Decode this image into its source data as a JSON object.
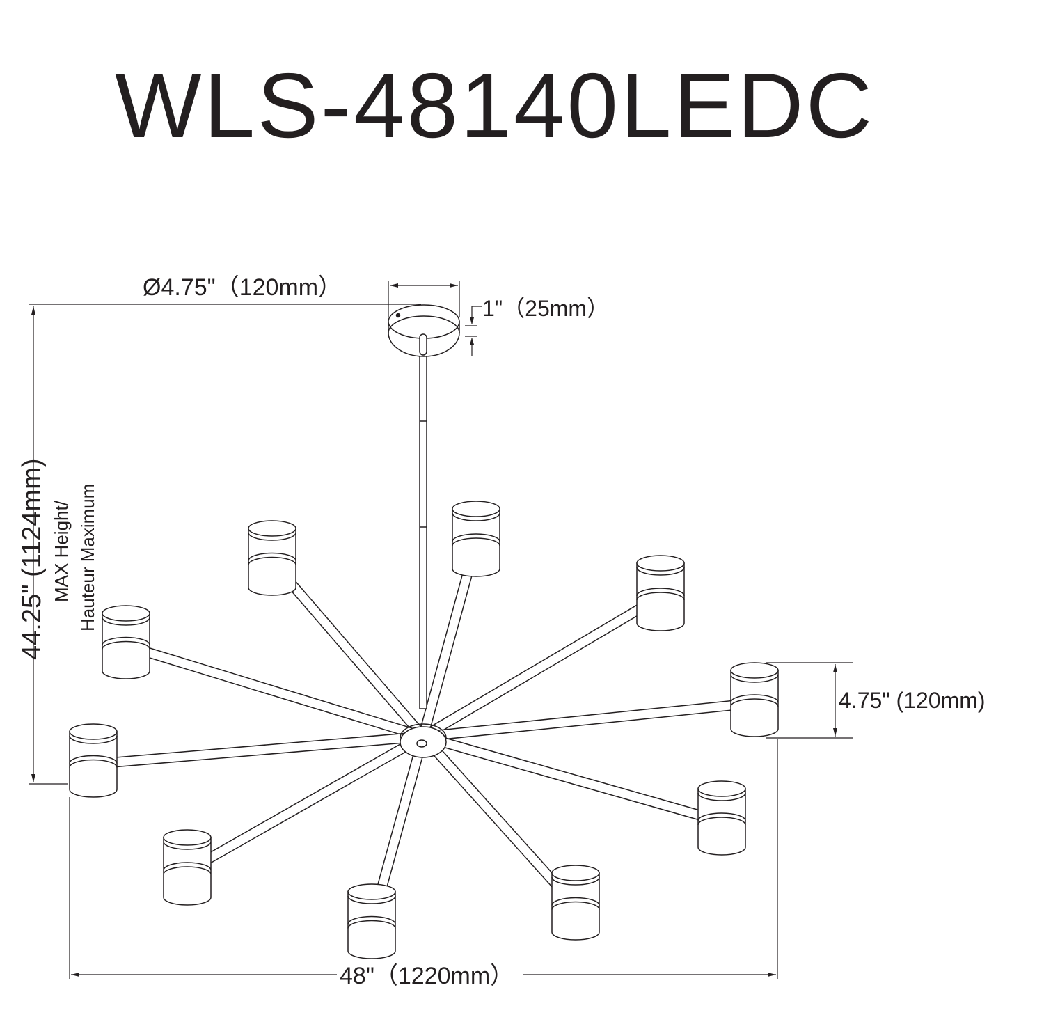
{
  "title": "WLS-48140LEDC",
  "dimensions": {
    "canopy_diameter": "Ø4.75\"（120mm）",
    "canopy_height": "1\"（25mm）",
    "max_height": "44.25\" (1124mm)",
    "max_height_label_en": "MAX Height/",
    "max_height_label_fr": "Hauteur Maximum",
    "shade_height": "4.75\" (120mm)",
    "overall_width": "48\"（1220mm）"
  },
  "colors": {
    "line": "#231f20",
    "background": "#ffffff"
  },
  "lamp_count": 10
}
